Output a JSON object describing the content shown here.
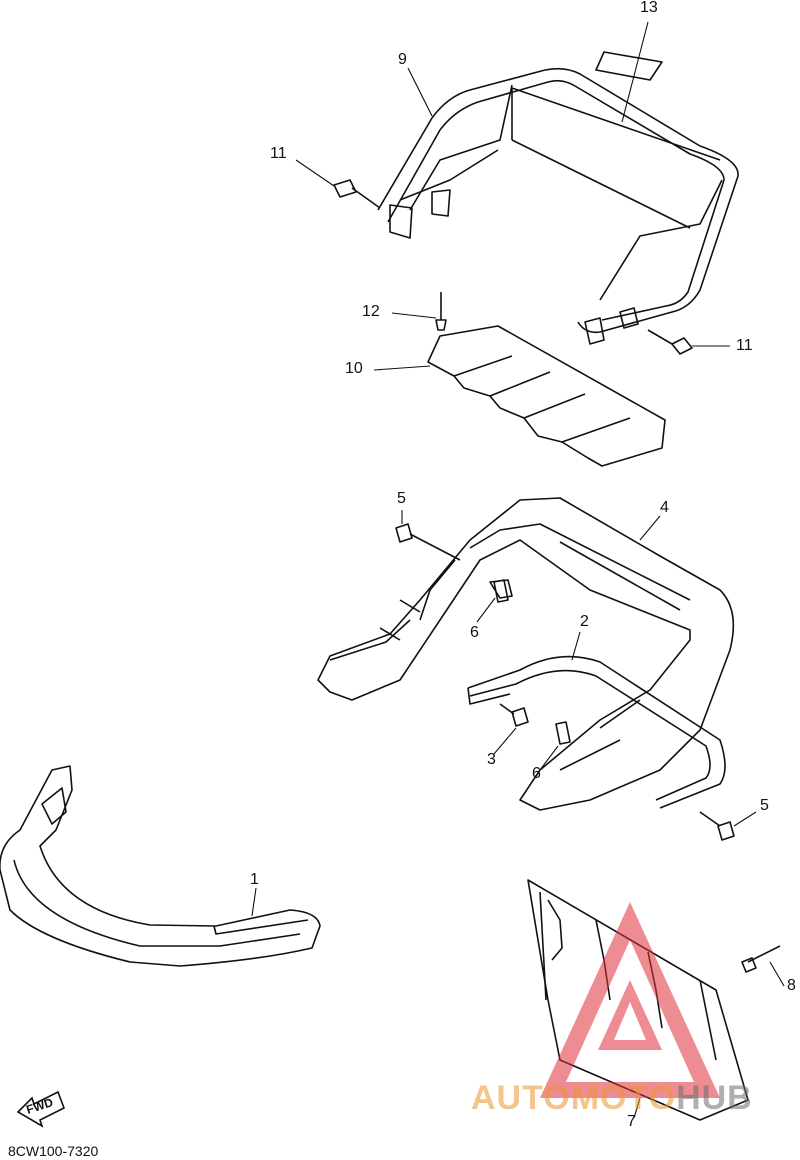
{
  "diagram": {
    "catalog_code": "8CW100-7320",
    "fwd_label": "FWD",
    "callouts": [
      {
        "id": "c13",
        "label": "13"
      },
      {
        "id": "c9",
        "label": "9"
      },
      {
        "id": "c11a",
        "label": "11"
      },
      {
        "id": "c11b",
        "label": "11"
      },
      {
        "id": "c12",
        "label": "12"
      },
      {
        "id": "c10",
        "label": "10"
      },
      {
        "id": "c5a",
        "label": "5"
      },
      {
        "id": "c4",
        "label": "4"
      },
      {
        "id": "c6a",
        "label": "6"
      },
      {
        "id": "c2",
        "label": "2"
      },
      {
        "id": "c3",
        "label": "3"
      },
      {
        "id": "c6b",
        "label": "6"
      },
      {
        "id": "c5b",
        "label": "5"
      },
      {
        "id": "c1",
        "label": "1"
      },
      {
        "id": "c8",
        "label": "8"
      },
      {
        "id": "c7",
        "label": "7"
      }
    ]
  },
  "watermark": {
    "part_a": "AUTOMOTO",
    "part_b": "HUB",
    "color_a": "#ec9430",
    "color_b": "#6e6e6e",
    "triangle_color": "#e0303a"
  }
}
